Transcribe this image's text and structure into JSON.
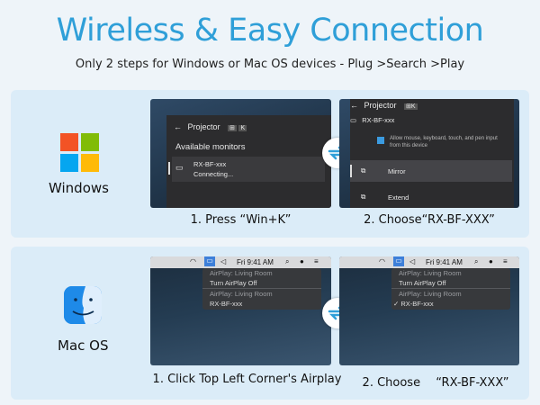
{
  "header": {
    "title": "Wireless & Easy Connection",
    "subtitle": "Only 2 steps for Windows or Mac OS devices - Plug >Search >Play"
  },
  "windows": {
    "label": "Windows",
    "step1": {
      "caption": "1. Press “Win+K”",
      "panel_title": "Projector",
      "key_hint": "K",
      "section": "Available monitors",
      "device": "RX-BF-xxx",
      "status": "Connecting..."
    },
    "step2": {
      "caption": "2. Choose“RX-BF-XXX”",
      "panel_title": "Projector",
      "device": "RX-BF-xxx",
      "checkbox_text": "Allow mouse, keyboard, touch, and pen input from this device",
      "mode_mirror": "Mirror",
      "mode_extend": "Extend"
    }
  },
  "mac": {
    "label": "Mac OS",
    "step1": {
      "caption": "1. Click Top Left Corner's Airplay",
      "clock": "Fri 9:41 AM",
      "airplay_header_1": "AirPlay: Living Room",
      "turn_off": "Turn AirPlay Off",
      "airplay_header_2": "AirPlay: Living Room",
      "device": "RX-BF-xxx"
    },
    "step2": {
      "caption": "2. Choose 　“RX-BF-XXX”",
      "clock": "Fri 9:41 AM",
      "airplay_header_1": "AirPlay: Living Room",
      "turn_off": "Turn AirPlay Off",
      "airplay_header_2": "AirPlay: Living Room",
      "device": "✓ RX-BF-xxx"
    }
  },
  "colors": {
    "accent": "#2f9fd8",
    "panel_bg": "#dbecf8",
    "win_red": "#f35325",
    "win_green": "#81bc06",
    "win_blue": "#05a6f0",
    "win_yellow": "#ffba08"
  }
}
